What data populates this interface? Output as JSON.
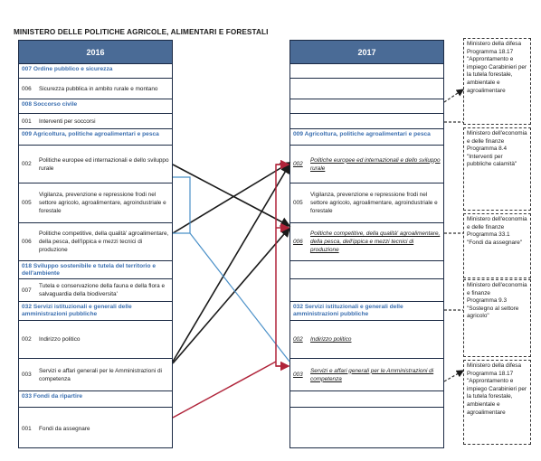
{
  "title": "MINISTERO DELLE POLITICHE AGRICOLE, ALIMENTARI E FORESTALI",
  "left": {
    "year": "2016",
    "rows": [
      {
        "kind": "sec",
        "text": "007 Ordine pubblico e sicurezza"
      },
      {
        "kind": "item",
        "code": "006",
        "text": "Sicurezza pubblica in ambito rurale e montano"
      },
      {
        "kind": "sec",
        "text": "008 Soccorso civile"
      },
      {
        "kind": "item",
        "code": "001",
        "text": "Interventi per soccorsi"
      },
      {
        "kind": "sec",
        "text": "009 Agricoltura, politiche agroalimentari e pesca"
      },
      {
        "kind": "item",
        "code": "002",
        "text": "Politiche europee ed internazionali e dello sviluppo rurale"
      },
      {
        "kind": "item",
        "code": "005",
        "text": "Vigilanza, prevenzione e repressione frodi nel settore agricolo, agroalimentare, agroindustriale e forestale"
      },
      {
        "kind": "item",
        "code": "006",
        "text": "Politiche competitive, della qualità' agroalimentare, della pesca, dell'ippica e mezzi tecnici di produzione"
      },
      {
        "kind": "sec",
        "text": "018 Sviluppo sostenibile e tutela del territorio e dell'ambiente"
      },
      {
        "kind": "item",
        "code": "007",
        "text": "Tutela e conservazione della fauna e della flora e salvaguardia della biodiversita'"
      },
      {
        "kind": "sec",
        "text": "032 Servizi istituzionali e generali delle amministrazioni pubbliche"
      },
      {
        "kind": "item",
        "code": "002",
        "text": "Indirizzo politico"
      },
      {
        "kind": "item",
        "code": "003",
        "text": "Servizi e affari generali per le Amministrazioni di competenza"
      },
      {
        "kind": "sec",
        "text": "033 Fondi da ripartire"
      },
      {
        "kind": "item",
        "code": "001",
        "text": "Fondi da assegnare"
      }
    ]
  },
  "right": {
    "year": "2017",
    "rows": [
      {
        "kind": "blank",
        "text": ""
      },
      {
        "kind": "blank",
        "text": ""
      },
      {
        "kind": "blank",
        "text": ""
      },
      {
        "kind": "blank",
        "text": ""
      },
      {
        "kind": "sec",
        "text": "009 Agricoltura, politiche agroalimentari e pesca"
      },
      {
        "kind": "item",
        "code": "002",
        "text": "Politiche europee ed internazionali e dello sviluppo rurale",
        "u": true
      },
      {
        "kind": "item",
        "code": "005",
        "text": "Vigilanza, prevenzione e repressione frodi nel settore agricolo, agroalimentare, agroindustriale e forestale"
      },
      {
        "kind": "item",
        "code": "006",
        "text": "Politiche competitive, della qualità' agroalimentare, della pesca, dell'ippica e mezzi tecnici di produzione",
        "u": true
      },
      {
        "kind": "blank",
        "text": ""
      },
      {
        "kind": "blank",
        "text": ""
      },
      {
        "kind": "sec",
        "text": "032 Servizi istituzionali e generali delle amministrazioni pubbliche"
      },
      {
        "kind": "item",
        "code": "002",
        "text": "Indirizzo politico",
        "u": true
      },
      {
        "kind": "item",
        "code": "003",
        "text": "Servizi e affari generali per le Amministrazioni di competenza",
        "u": true
      },
      {
        "kind": "blank",
        "text": ""
      },
      {
        "kind": "blank",
        "text": ""
      }
    ]
  },
  "side_boxes": [
    {
      "text": "Ministero della difesa\nProgramma 18.17\n\"Approntamento e impiego Carabinieri per la tutela forestale, ambientale e agroalimentare"
    },
    {
      "text": "Ministero dell'economia e delle finanze\nProgramma 8.4\n\"Interventi per pubbliche calamità\""
    },
    {
      "text": "Ministero dell'economia e delle finanze\nProgramma 33.1\n\"Fondi da assegnare\""
    },
    {
      "text": "Ministero dell'economia e finanze\nProgramma 9.3\n\"Sostegno al settore agricolo\""
    },
    {
      "text": "Ministero della difesa\nProgramma 18.17\n\"Approntamento e impiego Carabinieri per la tutela forestale, ambientale e agroalimentare"
    }
  ],
  "colors": {
    "header": "#4a6b96",
    "section_text": "#3b6fb0",
    "black_arrow": "#1a1a1a",
    "blue_line": "#4a90c8",
    "red_line": "#b0243a",
    "border": "#1b2a44"
  }
}
